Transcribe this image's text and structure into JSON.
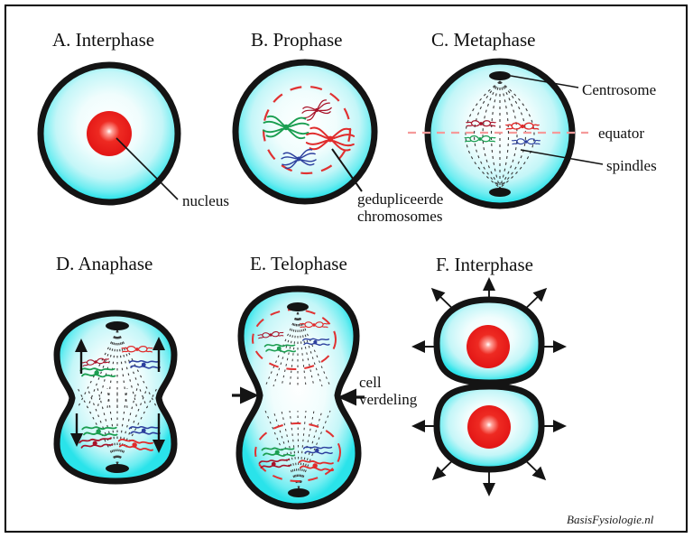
{
  "panels": {
    "a": {
      "title": "A. Interphase",
      "nucleus_label": "nucleus"
    },
    "b": {
      "title": "B. Prophase",
      "duplicated_chromosomes_label": "gedupliceerde chromosomes"
    },
    "c": {
      "title": "C. Metaphase",
      "centrosome_label": "Centrosome",
      "equator_label": "equator",
      "spindles_label": "spindles"
    },
    "d": {
      "title": "D. Anaphase"
    },
    "e": {
      "title": "E. Telophase",
      "cell_division_label": "cell verdeling"
    },
    "f": {
      "title": "F. Interphase"
    }
  },
  "watermark": "BasisFysiologie.nl",
  "colors": {
    "background": "#ffffff",
    "frame_border": "#000000",
    "membrane": "#141414",
    "cytoplasm_center": "#ffffff",
    "cytoplasm_rim": "#2ae3ea",
    "nucleus_red": "#e21515",
    "chromosome_dark_red": "#a81228",
    "chromosome_red": "#e02c2c",
    "chromosome_green": "#1a9e50",
    "chromosome_blue": "#2c3f9e",
    "nuclear_envelope_dashes": "#e03232",
    "equator_line": "#f59a9a",
    "spindle_fibers": "#3a3a3a",
    "leader_line": "#141414"
  }
}
